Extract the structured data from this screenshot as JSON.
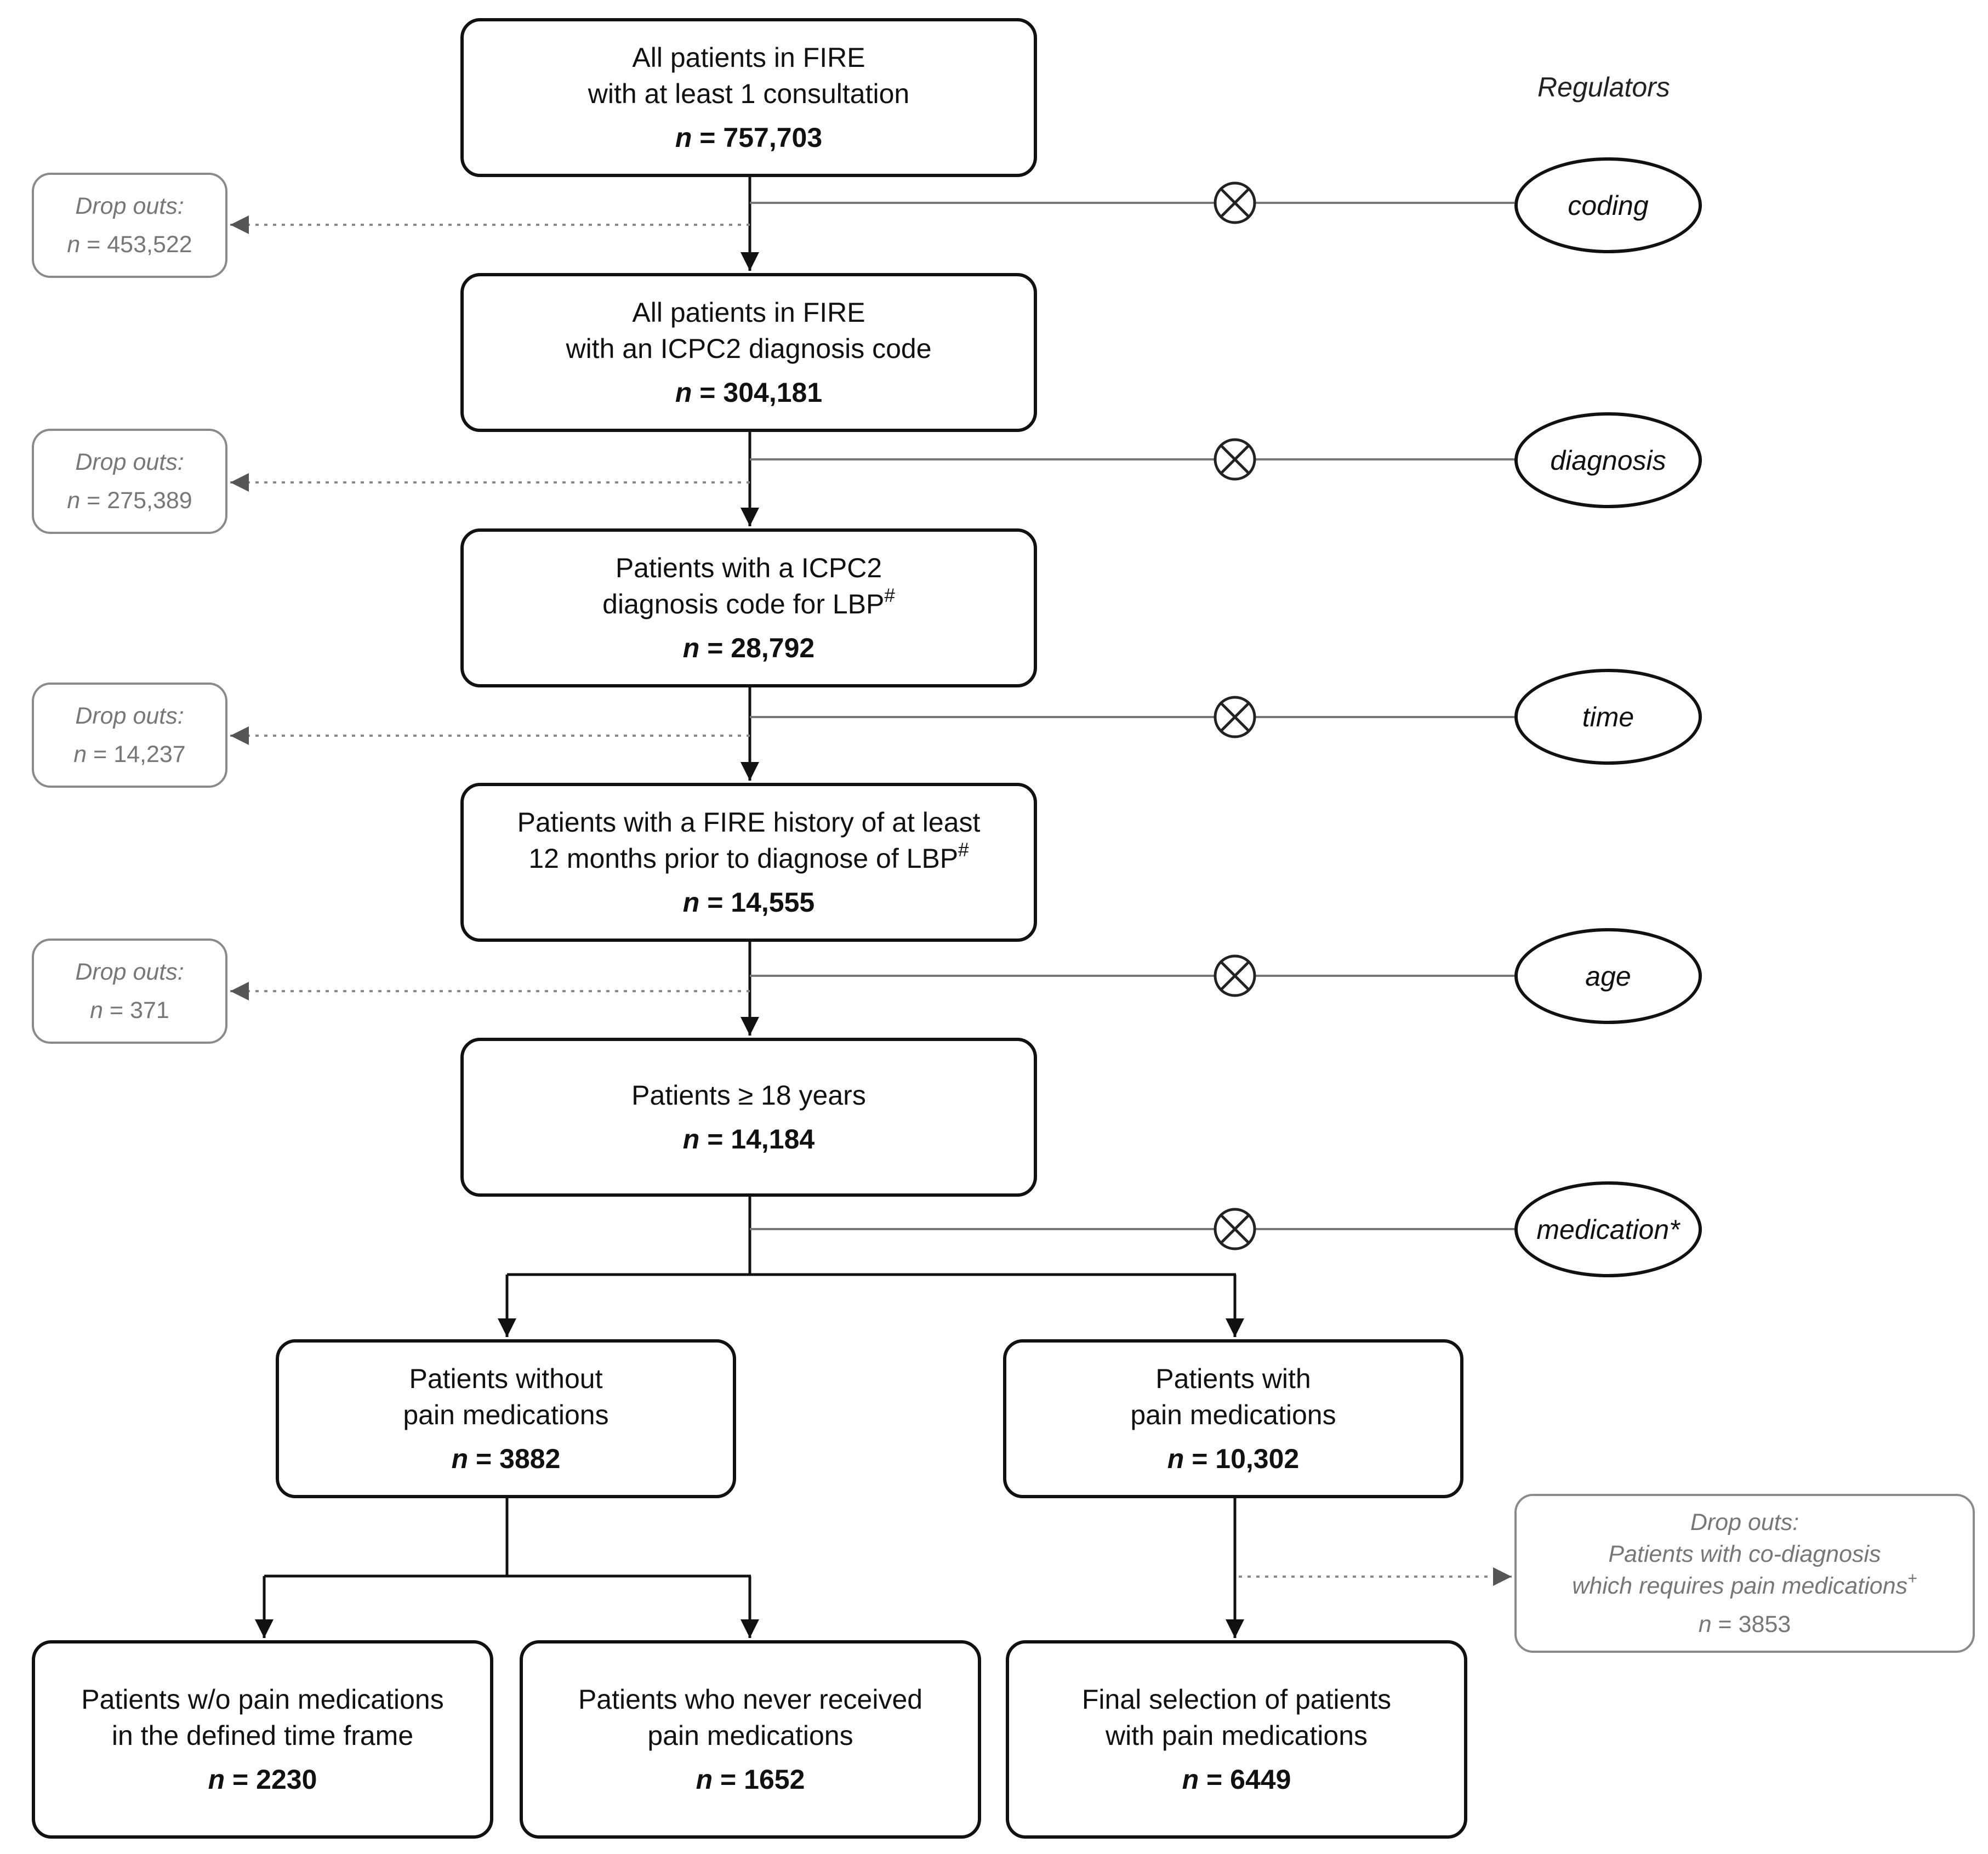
{
  "regulators_title": "Regulators",
  "boxes": [
    {
      "lines": [
        "All patients in FIRE",
        "with at least 1 consultation"
      ],
      "sup": "",
      "n_label": "n",
      "n_value": "757,703"
    },
    {
      "lines": [
        "All patients in FIRE",
        "with an ICPC2 diagnosis code"
      ],
      "sup": "",
      "n_label": "n",
      "n_value": "304,181"
    },
    {
      "lines": [
        "Patients with a ICPC2",
        "diagnosis code for LBP"
      ],
      "sup": "#",
      "n_label": "n",
      "n_value": "28,792"
    },
    {
      "lines": [
        "Patients with a FIRE history of at least",
        "12 months prior to diagnose of LBP"
      ],
      "sup": "#",
      "n_label": "n",
      "n_value": "14,555"
    },
    {
      "lines": [
        "Patients ≥ 18 years"
      ],
      "sup": "",
      "n_label": "n",
      "n_value": "14,184"
    },
    {
      "lines": [
        "Patients without",
        "pain medications"
      ],
      "sup": "",
      "n_label": "n",
      "n_value": "3882"
    },
    {
      "lines": [
        "Patients with",
        "pain medications"
      ],
      "sup": "",
      "n_label": "n",
      "n_value": "10,302"
    },
    {
      "lines": [
        "Patients w/o pain medications",
        "in the defined time frame"
      ],
      "sup": "",
      "n_label": "n",
      "n_value": "2230"
    },
    {
      "lines": [
        "Patients who never received",
        "pain medications"
      ],
      "sup": "",
      "n_label": "n",
      "n_value": "1652"
    },
    {
      "lines": [
        "Final selection of patients",
        "with pain medications"
      ],
      "sup": "",
      "n_label": "n",
      "n_value": "6449"
    }
  ],
  "dropouts": [
    {
      "heading": "Drop outs:",
      "lines": [],
      "sup": "",
      "n_label": "n",
      "n_value": "453,522"
    },
    {
      "heading": "Drop outs:",
      "lines": [],
      "sup": "",
      "n_label": "n",
      "n_value": "275,389"
    },
    {
      "heading": "Drop outs:",
      "lines": [],
      "sup": "",
      "n_label": "n",
      "n_value": "14,237"
    },
    {
      "heading": "Drop outs:",
      "lines": [],
      "sup": "",
      "n_label": "n",
      "n_value": "371"
    },
    {
      "heading": "Drop outs:",
      "lines": [
        "Patients with co-diagnosis",
        "which requires pain medications"
      ],
      "sup": "+",
      "n_label": "n",
      "n_value": "3853"
    }
  ],
  "regulators": [
    "coding",
    "diagnosis",
    "time",
    "age",
    "medication*"
  ]
}
